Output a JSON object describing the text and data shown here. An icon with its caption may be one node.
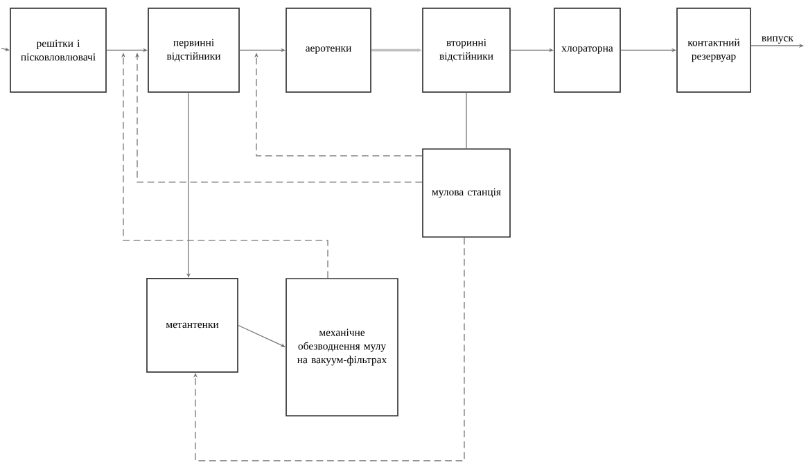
{
  "diagram": {
    "nodes": [
      {
        "text": [
          "решітки і пісковловлювачі"
        ]
      },
      {
        "text": [
          "первинні відстійники"
        ]
      },
      {
        "text": [
          "аеротенки"
        ]
      },
      {
        "text": [
          "вторинні відстійники"
        ]
      },
      {
        "text": [
          "хлораторна"
        ]
      },
      {
        "text": [
          "контактний резервуар"
        ]
      },
      {
        "text": [
          "мулова станція"
        ]
      },
      {
        "text": [
          "метантенки"
        ]
      },
      {
        "text": [
          "механічне обезводнення мулу на вакуум-фільтрах"
        ]
      }
    ],
    "edges": [
      {
        "from": null,
        "to": 0,
        "arrow": "to"
      },
      {
        "from": 0,
        "to": 1,
        "arrow": "to"
      },
      {
        "from": 1,
        "to": 2,
        "arrow": "to"
      },
      {
        "from": 2,
        "to": 3,
        "arrow": "to",
        "style": "thick",
        "color": "#c0c0c0"
      },
      {
        "from": 3,
        "to": 4,
        "arrow": "to"
      },
      {
        "from": 4,
        "to": 5,
        "arrow": "to"
      },
      {
        "from": 5,
        "to": null,
        "arrow": "to",
        "label": "випуск"
      },
      {
        "from": 3,
        "to": 6,
        "arrow": "none"
      },
      {
        "from": 6,
        "to": null,
        "arrow": "to",
        "style": "dashed"
      },
      {
        "from": 6,
        "to": null,
        "arrow": "to",
        "style": "dashed"
      },
      {
        "from": 1,
        "to": 7,
        "arrow": "to"
      },
      {
        "from": 7,
        "to": 8,
        "arrow": "to"
      },
      {
        "from": 8,
        "to": null,
        "arrow": "to",
        "style": "dashed"
      },
      {
        "from": 6,
        "to": 7,
        "arrow": "to",
        "style": "dashed"
      }
    ]
  }
}
